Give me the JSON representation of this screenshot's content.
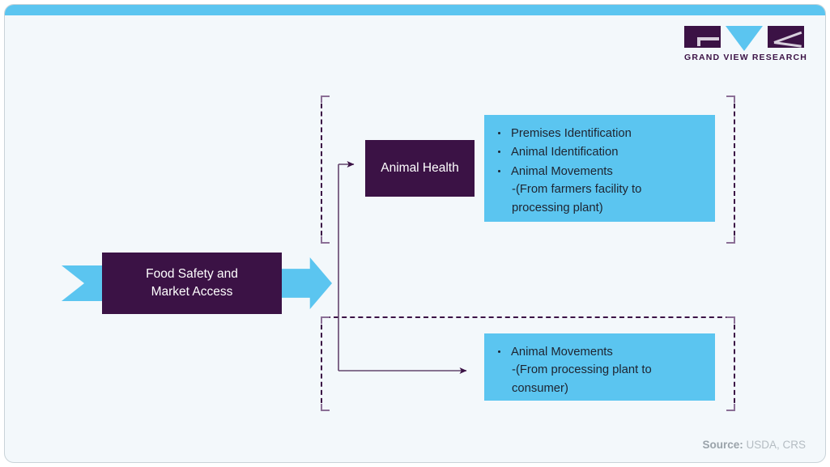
{
  "theme": {
    "page_background": "#ffffff",
    "card_background": "#f3f8fb",
    "accent_cyan": "#5bc5f0",
    "dark_purple": "#3b1245",
    "bracket_corner": "#8b6f96",
    "body_text": "#1e2430",
    "source_text": "#b4bcc2"
  },
  "branding": {
    "logo_name": "GRAND VIEW RESEARCH",
    "mark_letters": [
      "G",
      "V",
      "R"
    ]
  },
  "diagram": {
    "type": "flowchart",
    "root": {
      "label_line1": "Food Safety and",
      "label_line2": "Market Access"
    },
    "nodes": [
      {
        "id": "animal-health",
        "label": "Animal Health"
      }
    ],
    "panels": [
      {
        "id": "panel-top",
        "items": [
          {
            "text": "Premises Identification",
            "sub": ""
          },
          {
            "text": "Animal Identification",
            "sub": ""
          },
          {
            "text": "Animal Movements",
            "sub": "(From farmers facility to processing plant)"
          }
        ]
      },
      {
        "id": "panel-bottom",
        "items": [
          {
            "text": "Animal Movements",
            "sub": "(From processing plant to consumer)"
          }
        ]
      }
    ]
  },
  "footer": {
    "source_label": "Source:",
    "source_value": "USDA, CRS"
  }
}
